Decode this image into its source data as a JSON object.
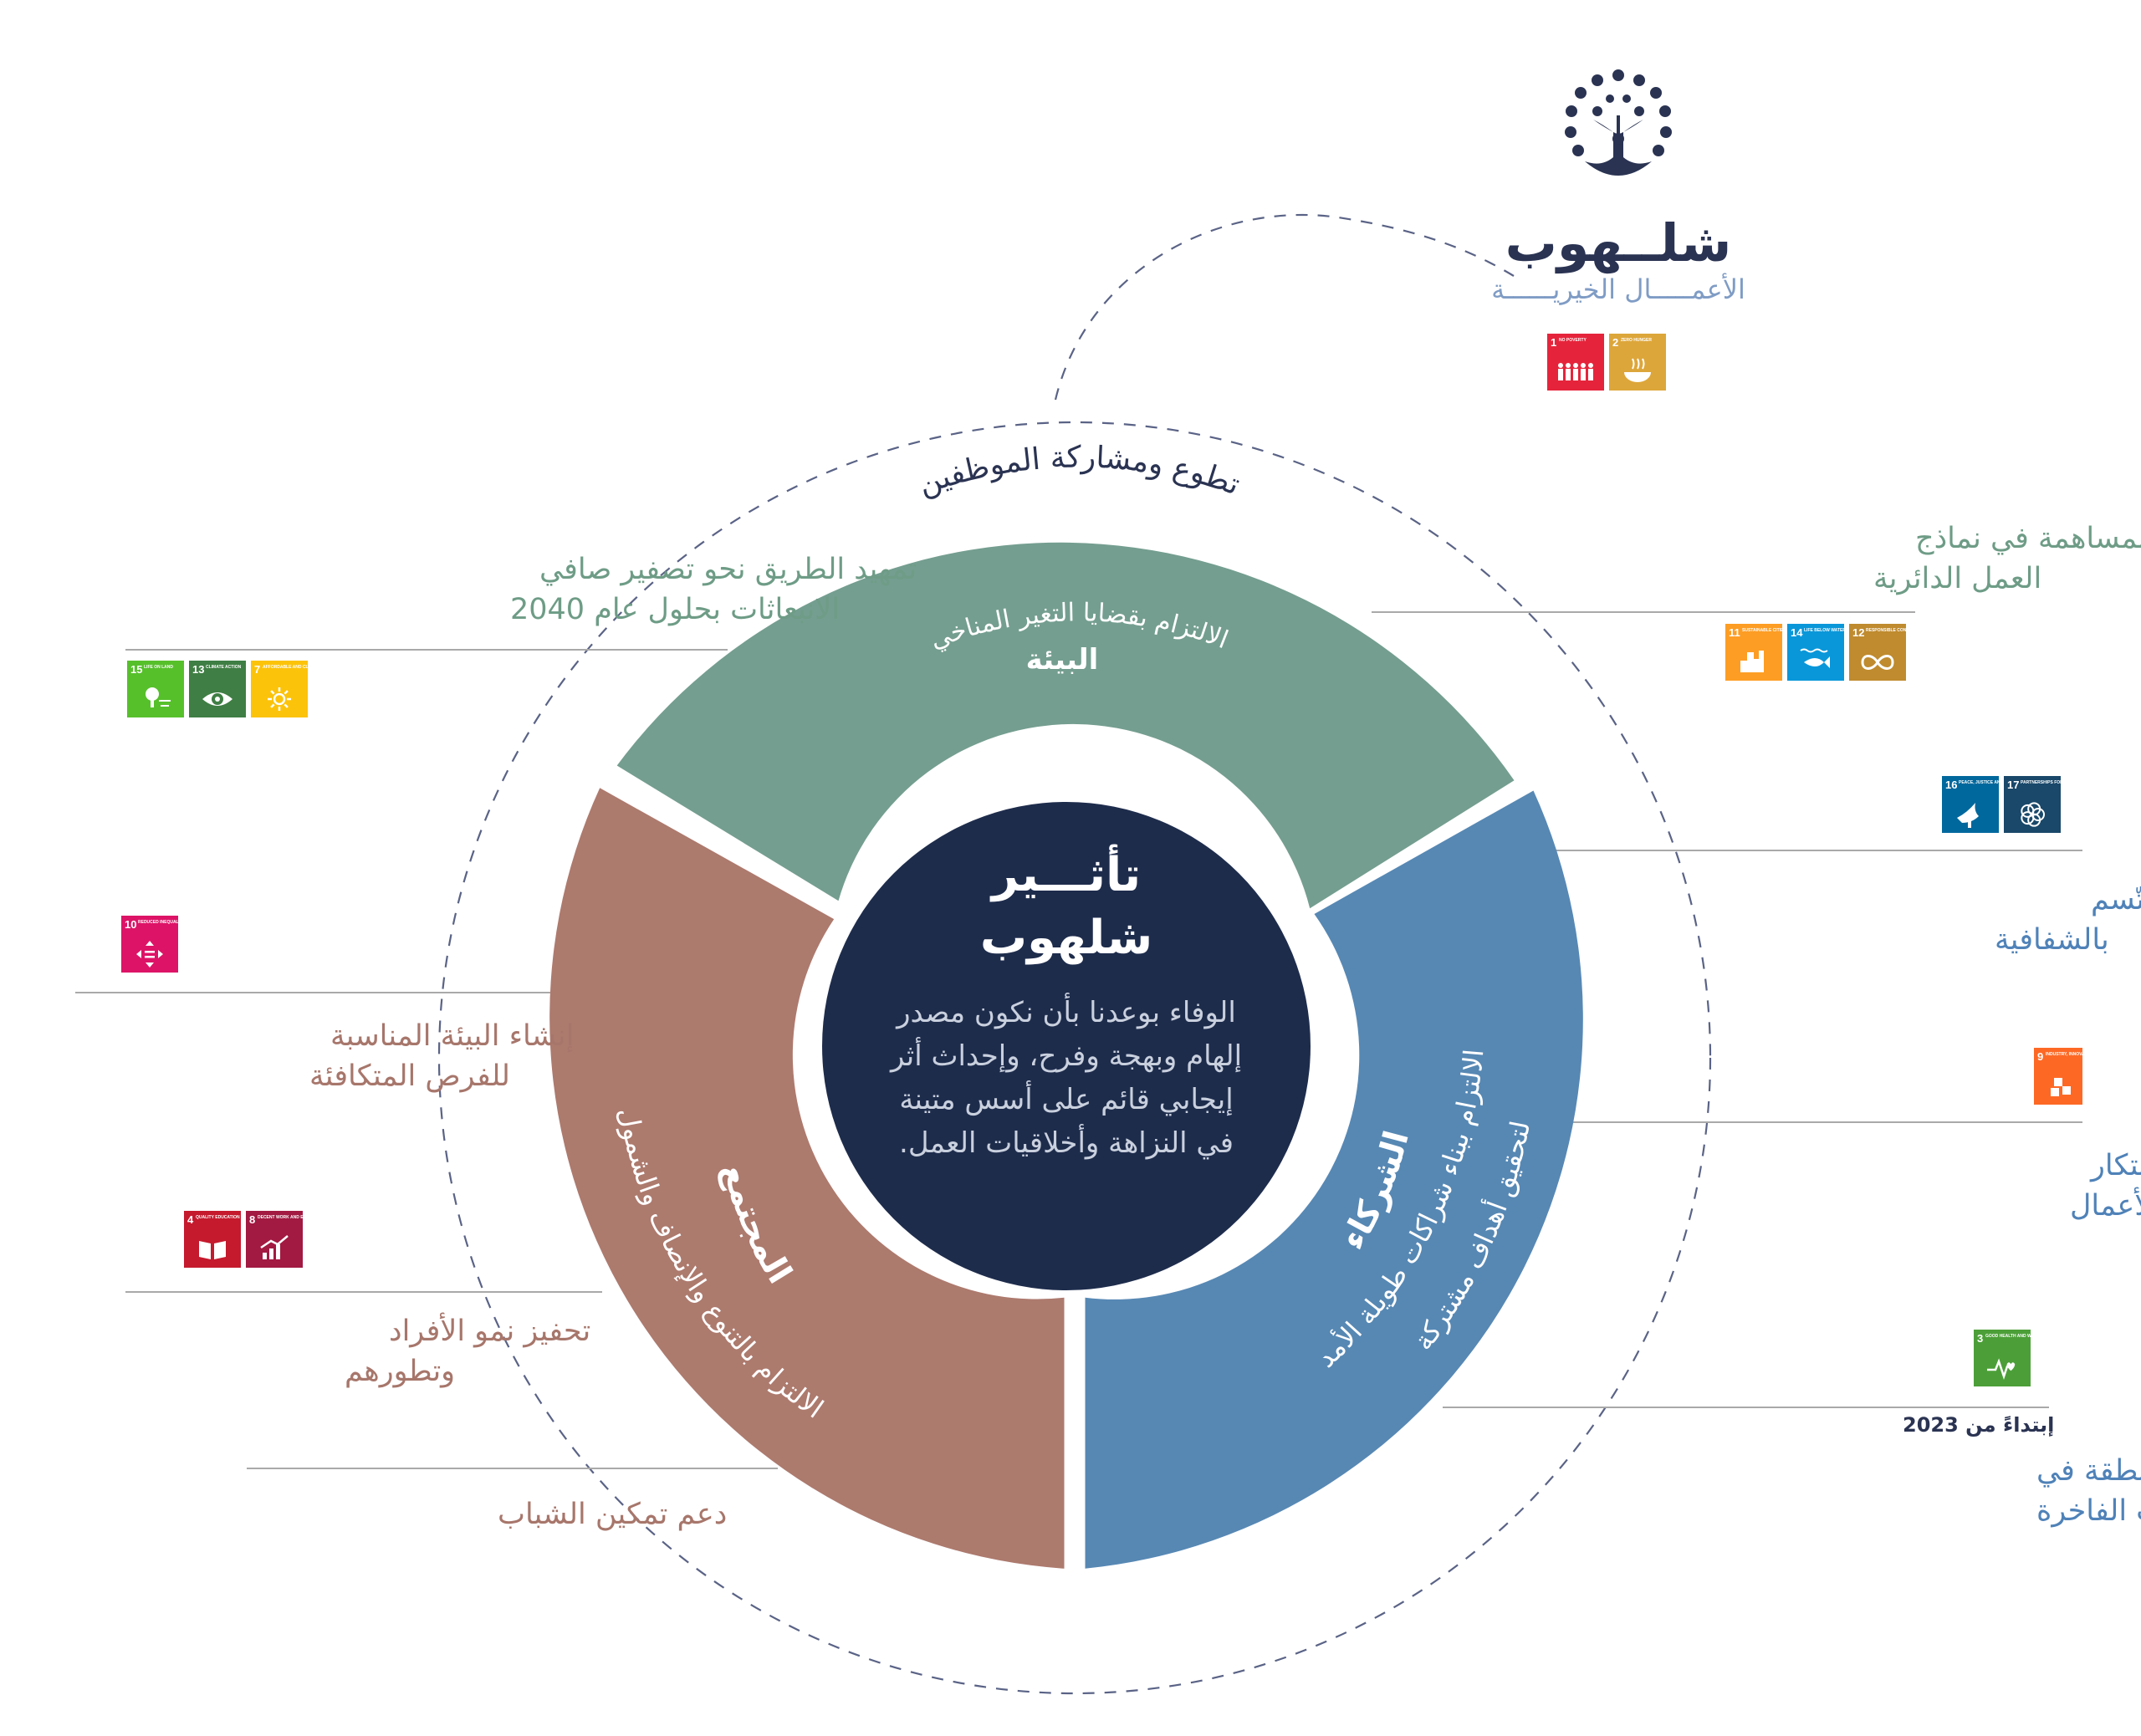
{
  "colors": {
    "environment": "#749E90",
    "partners": "#5788B4",
    "community": "#AD7A6E",
    "center": "#1E2C4C",
    "navy": "#2A3352",
    "brand_sub": "#7F9CC5",
    "env_text": "#6E9C86",
    "partner_text": "#4F82B8",
    "community_text": "#A7766B",
    "divider": "#A9A9A9"
  },
  "brand": {
    "name": "شلــهوب",
    "subtitle": "الأعمـــــال الخيريــــــة",
    "logo_icon": "tree-icon",
    "sdgs": [
      {
        "num": "1",
        "label": "NO POVERTY",
        "color": "#E5243B",
        "icon": "family-icon"
      },
      {
        "num": "2",
        "label": "ZERO HUNGER",
        "color": "#DDA63A",
        "icon": "bowl-icon"
      }
    ]
  },
  "arc_label": "تطوع ومشاركة الموظفين",
  "center": {
    "title_line1": "تأثـــير",
    "title_line2": "شلهوب",
    "body": [
      "الوفاء بوعدنا بأن نكون مصدر",
      "إلهام وبهجة وفرح، وإحداث أثر",
      "إيجابي قائم على أسس متينة",
      "في النزاهة وأخلاقيات العمل."
    ]
  },
  "segments": {
    "environment": {
      "name": "البيئة",
      "commitment": "الالتزام بقضايا التغير المناخي"
    },
    "partners": {
      "name": "الشركاء",
      "commitment_line1": "الالتزام ببناء شراكات طويلة الأمد",
      "commitment_line2": "لتحقيق أهداف مشتركة"
    },
    "community": {
      "name": "المجتمع",
      "commitment": "الالتزام بالتنوع والإنصاف والشمول"
    }
  },
  "left_items": {
    "environment": {
      "line1": "تمهيد الطريق نحو تصفير صافي",
      "line2": "الانبعاثات بحلول عام 2040",
      "sdgs": [
        {
          "num": "15",
          "label": "LIFE ON LAND",
          "color": "#56C02B",
          "icon": "tree-small-icon"
        },
        {
          "num": "13",
          "label": "CLIMATE ACTION",
          "color": "#3F7E44",
          "icon": "eye-globe-icon"
        },
        {
          "num": "7",
          "label": "AFFORDABLE AND CLEAN ENERGY",
          "color": "#FCC30B",
          "icon": "sun-icon"
        }
      ]
    },
    "equal_opportunity": {
      "line1": "إنشاء البيئة المناسبة",
      "line2": "للفرص المتكافئة",
      "sdgs": [
        {
          "num": "10",
          "label": "REDUCED INEQUALITIES",
          "color": "#DD1367",
          "icon": "equality-icon"
        }
      ]
    },
    "growth": {
      "line1": "تحفيز نمو الأفراد",
      "line2": "وتطورهم",
      "sdgs": [
        {
          "num": "4",
          "label": "QUALITY EDUCATION",
          "color": "#C5192D",
          "icon": "book-icon"
        },
        {
          "num": "8",
          "label": "DECENT WORK AND ECONOMIC GROWTH",
          "color": "#A21942",
          "icon": "growth-chart-icon"
        }
      ]
    },
    "youth": {
      "line1": "دعم تمكين الشباب"
    }
  },
  "right_items": {
    "circular": {
      "line1": "المساهمة في نماذج",
      "line2": "العمل الدائرية",
      "sdgs": [
        {
          "num": "11",
          "label": "SUSTAINABLE CITIES AND COMMUNITIES",
          "color": "#FD9D24",
          "icon": "city-icon"
        },
        {
          "num": "14",
          "label": "LIFE BELOW WATER",
          "color": "#0A97D9",
          "icon": "fish-icon"
        },
        {
          "num": "12",
          "label": "RESPONSIBLE CONSUMPTION AND PRODUCTION",
          "color": "#BF8B2E",
          "icon": "infinity-icon"
        }
      ]
    },
    "ethical": {
      "line1": "ناء شراكات أخلاقية تتّسم",
      "line2": "بالشفافية",
      "sdgs": [
        {
          "num": "16",
          "label": "PEACE, JUSTICE AND STRONG INSTITUTIONS",
          "color": "#00689D",
          "icon": "dove-icon"
        },
        {
          "num": "17",
          "label": "PARTNERSHIPS FOR THE GOALS",
          "color": "#19486A",
          "icon": "flower-icon"
        }
      ]
    },
    "innovation": {
      "line1": "عقد شراكات تضمن الابتكار",
      "line2": "والتنوع في نمو الأعمال",
      "sdgs": [
        {
          "num": "9",
          "label": "INDUSTRY, INNOVATION",
          "color": "#FD6925",
          "icon": "cubes-icon"
        }
      ]
    },
    "luxury": {
      "since": "إبتداءً من 2023",
      "line1": "قيادة مسيرة ازدهار المنطقة في",
      "line2": "قطاع الرفاهية والمنتجات الفاخرة",
      "sdgs": [
        {
          "num": "3",
          "label": "GOOD HEALTH AND WELL-BEING",
          "color": "#4C9F38",
          "icon": "heartbeat-icon"
        }
      ]
    }
  }
}
